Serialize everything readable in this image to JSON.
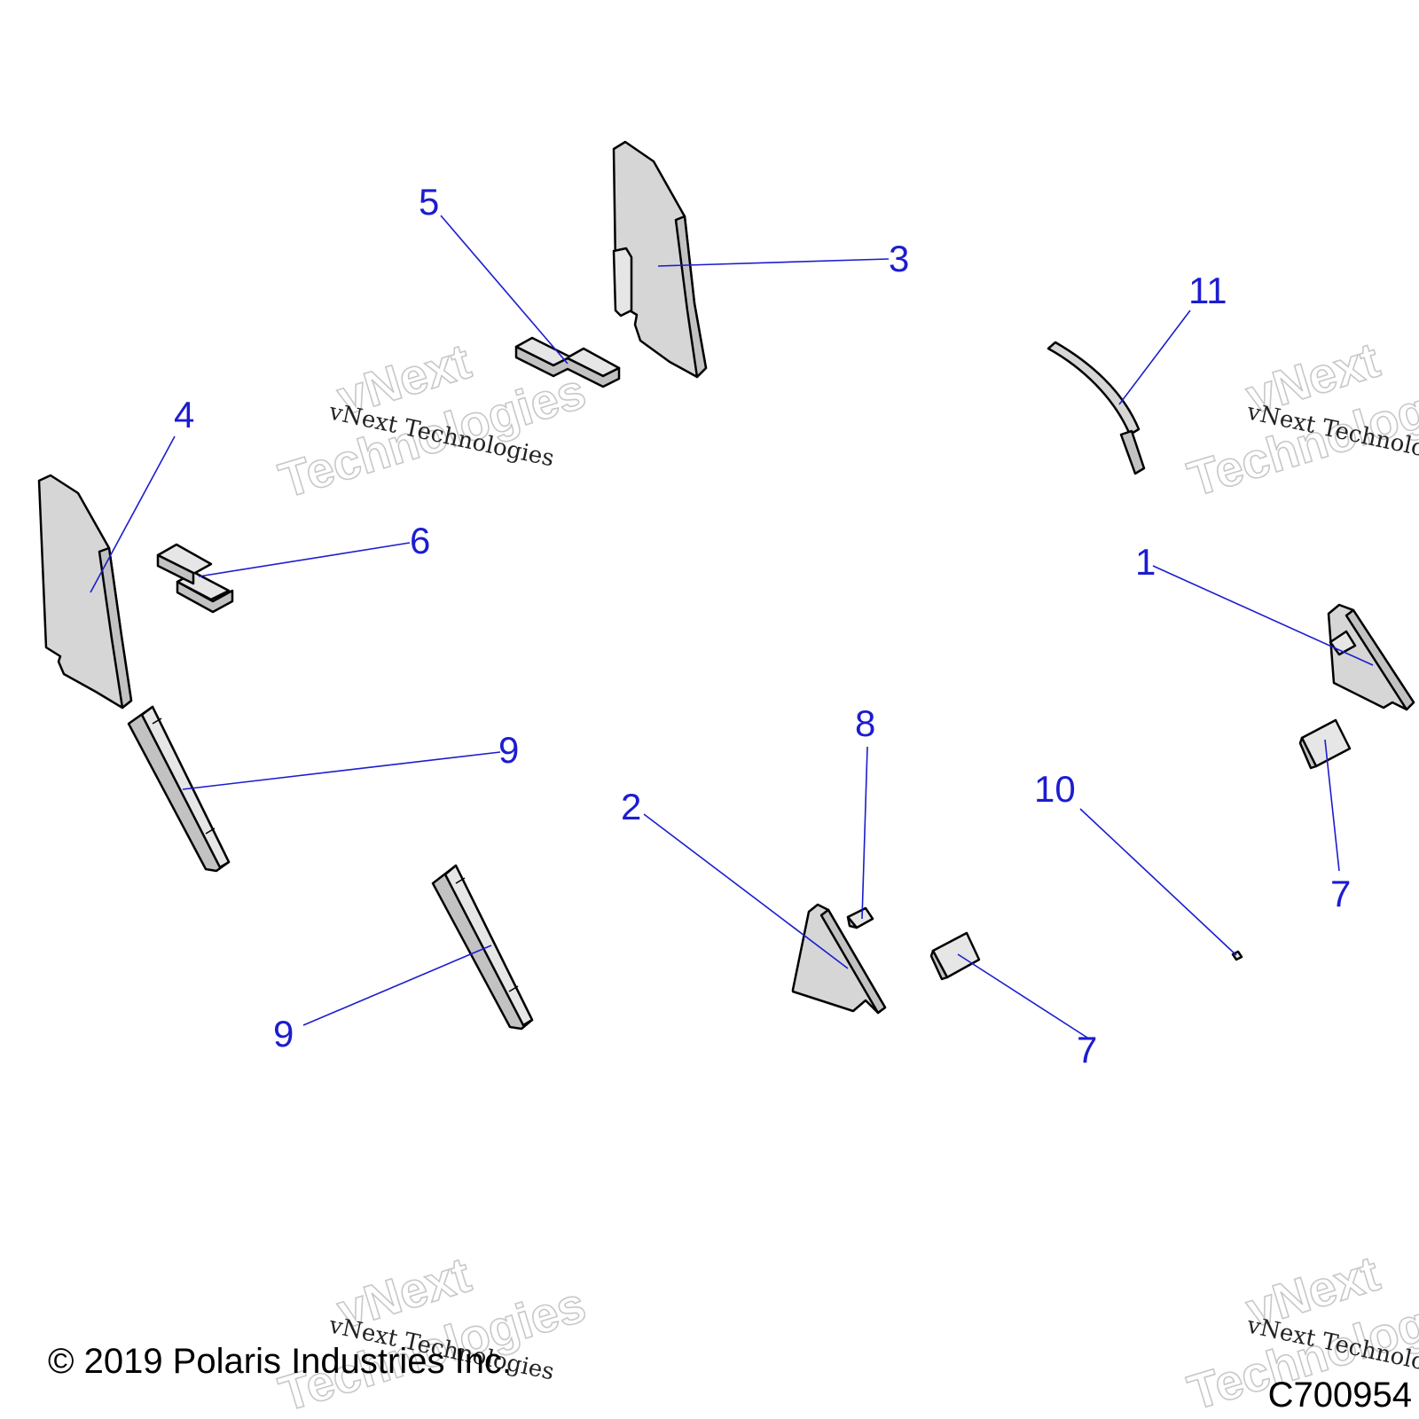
{
  "diagram": {
    "callouts": {
      "c1": "1",
      "c2": "2",
      "c3": "3",
      "c4": "4",
      "c5": "5",
      "c6": "6",
      "c7a": "7",
      "c7b": "7",
      "c8": "8",
      "c9a": "9",
      "c9b": "9",
      "c10": "10",
      "c11": "11"
    },
    "watermark": {
      "line1": "vNext",
      "line2": "Technologies",
      "small": "vNext Technologies"
    },
    "copyright": "© 2019 Polaris Industries Inc.",
    "figure_id": "C700954"
  }
}
